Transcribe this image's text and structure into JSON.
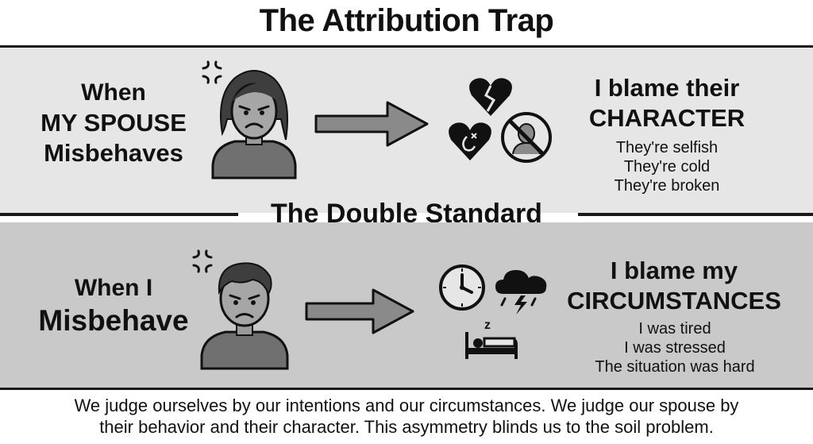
{
  "title": "The Attribution Trap",
  "top": {
    "label": [
      "When",
      "MY SPOUSE",
      "Misbehaves"
    ],
    "claim": [
      "I blame their",
      "CHARACTER"
    ],
    "reasons": [
      "They're selfish",
      "They're cold",
      "They're broken"
    ],
    "icons": [
      "angry-symbol-icon",
      "woman-avatar-icon",
      "arrow-right-icon",
      "broken-heart-icon",
      "hurt-heart-icon",
      "no-person-icon"
    ]
  },
  "divider": "The Double Standard",
  "bottom": {
    "label": [
      "When I",
      "Misbehave"
    ],
    "claim": [
      "I blame my",
      "CIRCUMSTANCES"
    ],
    "reasons": [
      "I was tired",
      "I was stressed",
      "The situation was hard"
    ],
    "icons": [
      "angry-symbol-icon",
      "man-avatar-icon",
      "arrow-right-icon",
      "clock-icon",
      "storm-cloud-icon",
      "sleeping-bed-icon"
    ]
  },
  "caption": [
    "We judge ourselves by our intentions and our circumstances. We judge our spouse by",
    "their behavior and their character. This asymmetry blinds us to the soil problem."
  ]
}
